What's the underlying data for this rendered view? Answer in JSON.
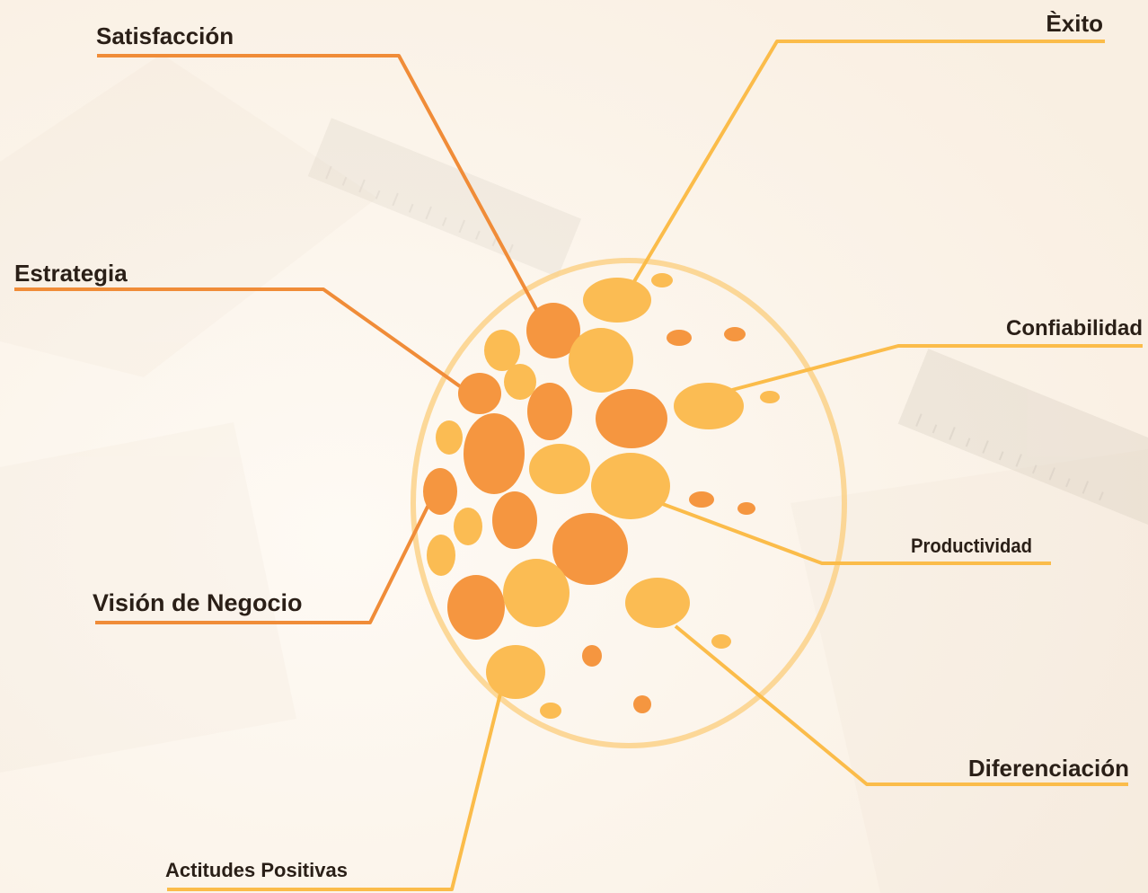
{
  "labels": {
    "satisfaccion": "Satisfacción",
    "exito": "Èxito",
    "estrategia": "Estrategia",
    "confiabilidad": "Confiabilidad",
    "productividad": "Productividad",
    "vision": "Visión de Negocio",
    "diferenciacion": "Diferenciación",
    "actitudes": "Actitudes Positivas"
  },
  "colors": {
    "dark_orange": "#f59640",
    "light_orange": "#fbbc53",
    "line_dark": "#f08c38",
    "line_light": "#fbbc4a",
    "ring": "#fbcf82",
    "background": "#fdf6ec"
  }
}
